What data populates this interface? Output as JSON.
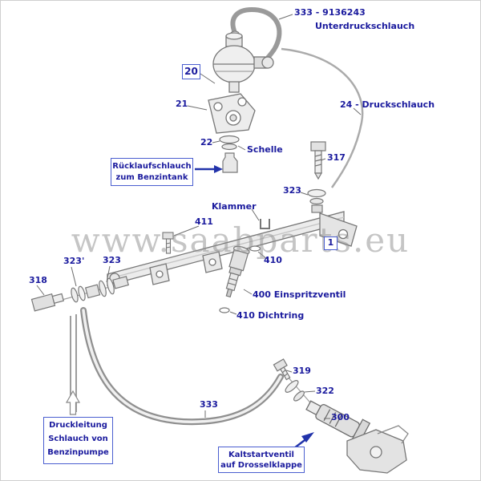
{
  "watermark": "www.saabparts.eu",
  "colors": {
    "label_text": "#1b1b9e",
    "box_border": "#4a5ed0",
    "artwork_line": "#7a7a7a",
    "hose_gray": "#8f8f8f"
  },
  "part_labels": {
    "p333_ref": "333 - 9136243",
    "unterdruckschlauch": "Unterdruckschlauch",
    "p20": "20",
    "p21": "21",
    "p24": "24 - Druckschlauch",
    "p22": "22",
    "schelle": "Schelle",
    "p317": "317",
    "p323_top": "323",
    "klammer": "Klammer",
    "p411": "411",
    "p1": "1",
    "p323_left_a": "323'",
    "p323_left_b": "323",
    "p410_top": "410",
    "p318": "318",
    "p400": "400  Einspritzventil",
    "p410_bottom": "410  Dichtring",
    "p319": "319",
    "p322": "322",
    "p333_hose": "333",
    "p300": "300"
  },
  "callout_boxes": {
    "ruecklauf": {
      "line1": "Rücklaufschlauch",
      "line2": "zum Benzintank"
    },
    "druckleitung": {
      "line1": "Druckleitung",
      "line2": "Schlauch von",
      "line3": "Benzinpumpe"
    },
    "kaltstart": {
      "line1": "Kaltstartventil",
      "line2": "auf Drosselklappe"
    }
  }
}
